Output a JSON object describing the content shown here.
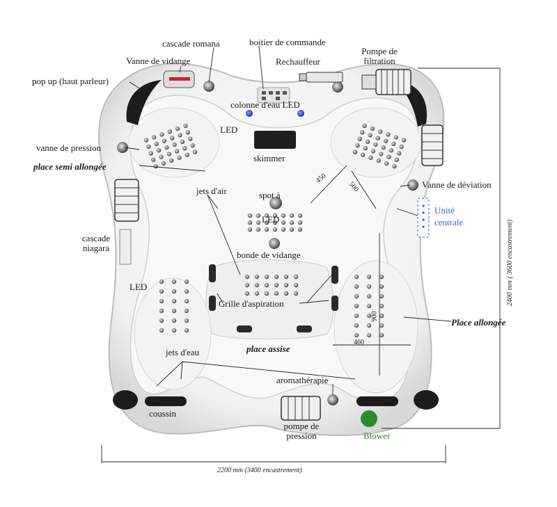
{
  "colors": {
    "shell": "#f3f3f3",
    "shell_edge": "#c9c9c9",
    "pillow": "#1c1c1c",
    "jet": "#8a8a8a",
    "led": "#2a3fd9",
    "blower": "#2d8a2d",
    "central_unit": "#3a67c4"
  },
  "labels": {
    "cascade_romana": "cascade romana",
    "boitier_commande": "boitier de commande",
    "pompe_filtration_1": "Pompe de",
    "pompe_filtration_2": "filtration",
    "vanne_vidange": "Vanne de vidange",
    "rechauffeur": "Rechauffeur",
    "pop_up": "pop up (haut parleur)",
    "colonne_eau_led": "colonne d'eau LED",
    "led_top": "LED",
    "vanne_pression": "vanne de pression",
    "skimmer": "skimmer",
    "place_semi": "place semi allongée",
    "vanne_deviation": "Vanne de déviation",
    "jets_air": "jets d'air",
    "spot": "spot à",
    "led_spot": "LED",
    "unite_1": "Unité",
    "unite_2": "centrale",
    "cascade_niagara_1": "cascade",
    "cascade_niagara_2": "niagara",
    "bonde": "bonde de vidange",
    "led_left": "LED",
    "grille": "Grille d'aspiration",
    "place_allongee": "Place allongée",
    "jets_eau": "jets d'eau",
    "place_assise": "place assise",
    "aromatherapie": "aromathérapie",
    "coussin": "coussin",
    "pompe_pression_1": "pompe de",
    "pompe_pression_2": "pression",
    "blower": "Blower"
  },
  "dimensions": {
    "d450": "450",
    "d500": "500",
    "d900": "900",
    "d460": "460",
    "width": "2200 mm (3400 encastrement)",
    "height": "2400 mm ( 3600 encastrement)"
  }
}
